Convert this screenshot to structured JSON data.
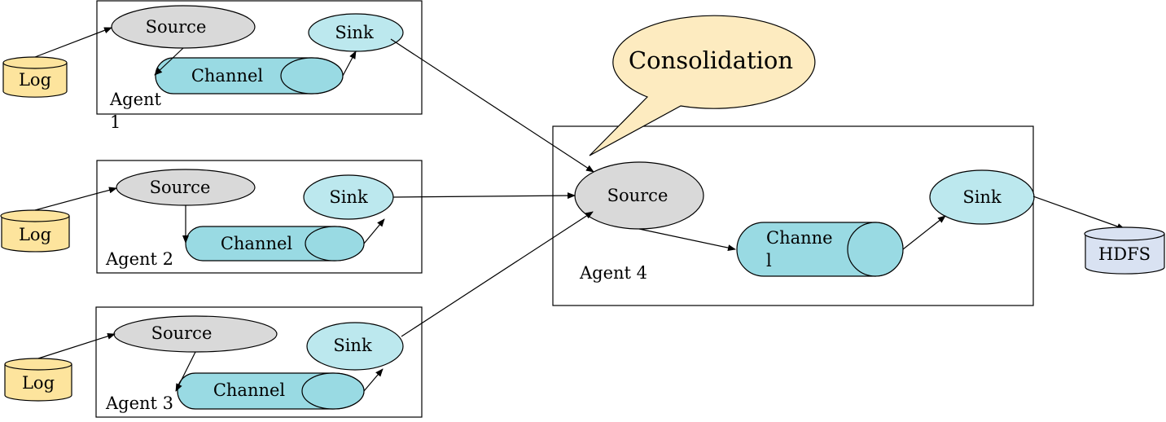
{
  "diagram": {
    "agents": [
      {
        "label": "Agent",
        "label_line2": "1",
        "source": "Source",
        "sink": "Sink",
        "channel": "Channel",
        "log": "Log"
      },
      {
        "label": "Agent 2",
        "source": "Source",
        "sink": "Sink",
        "channel": "Channel",
        "log": "Log"
      },
      {
        "label": "Agent 3",
        "source": "Source",
        "sink": "Sink",
        "channel": "Channel",
        "log": "Log"
      }
    ],
    "collector": {
      "label": "Agent 4",
      "source": "Source",
      "sink": "Sink",
      "channel_line1": "Channe",
      "channel_line2": "l"
    },
    "callout": "Consolidation",
    "storage": "HDFS",
    "colors": {
      "source": "#d9d9d9",
      "sink": "#bce8ee",
      "channel": "#99dae3",
      "log": "#fde49d",
      "hdfs": "#d9e2f2",
      "callout": "#fdebc0"
    }
  }
}
